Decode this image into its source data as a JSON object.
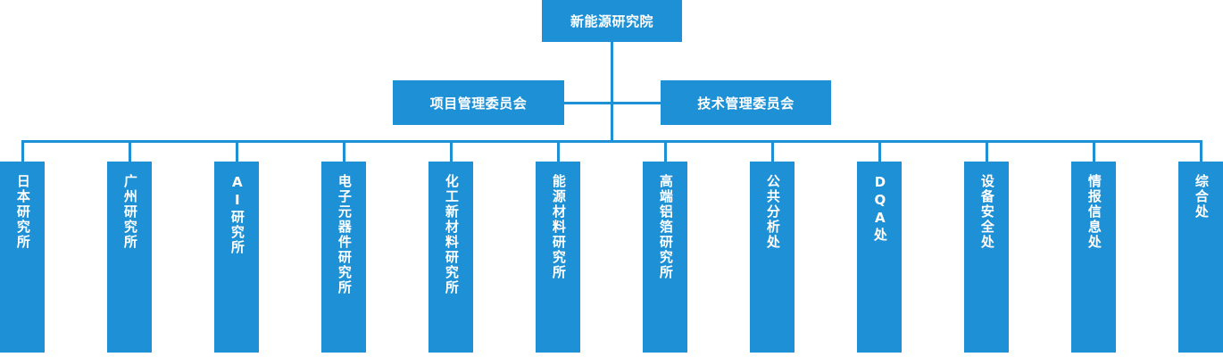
{
  "diagram": {
    "title_text": "新能源研究院",
    "accent_color": "#1e91d6",
    "text_color": "#ffffff",
    "background_color": "#ffffff",
    "root": {
      "label": "新能源研究院"
    },
    "committees": [
      {
        "label": "项目管理委员会"
      },
      {
        "label": "技术管理委员会"
      }
    ],
    "departments": [
      {
        "label": "日本研究所"
      },
      {
        "label": "广州研究所"
      },
      {
        "label": "AI研究所"
      },
      {
        "label": "电子元器件研究所"
      },
      {
        "label": "化工新材料研究所"
      },
      {
        "label": "能源材料研究所"
      },
      {
        "label": "高端铝箔研究所"
      },
      {
        "label": "公共分析处"
      },
      {
        "label": "DQA处"
      },
      {
        "label": "设备安全处"
      },
      {
        "label": "情报信息处"
      },
      {
        "label": "综合处"
      }
    ]
  }
}
